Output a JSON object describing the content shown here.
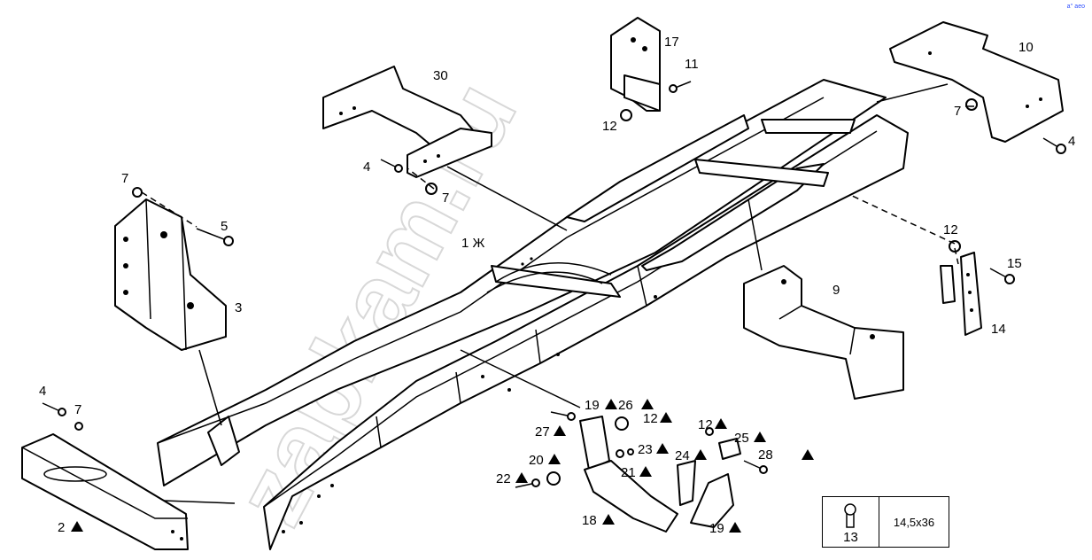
{
  "watermark": "zapkam.ru",
  "corner_mark": "a° aeo",
  "parts": {
    "p1": "1 Ж",
    "p2": "2",
    "p3": "3",
    "p4a": "4",
    "p4b": "4",
    "p4c": "4",
    "p5": "5",
    "p7a": "7",
    "p7b": "7",
    "p7c": "7",
    "p7d": "7",
    "p9": "9",
    "p10": "10",
    "p11": "11",
    "p12a": "12",
    "p12b": "12",
    "p12c": "12",
    "p12d": "12",
    "p14": "14",
    "p15": "15",
    "p17": "17",
    "p18": "18",
    "p19a": "19",
    "p19b": "19",
    "p20": "20",
    "p21": "21",
    "p22": "22",
    "p23": "23",
    "p24": "24",
    "p25": "25",
    "p26": "26",
    "p27": "27",
    "p28": "28",
    "p30": "30"
  },
  "legend": {
    "part_number": "13",
    "size": "14,5x36"
  }
}
